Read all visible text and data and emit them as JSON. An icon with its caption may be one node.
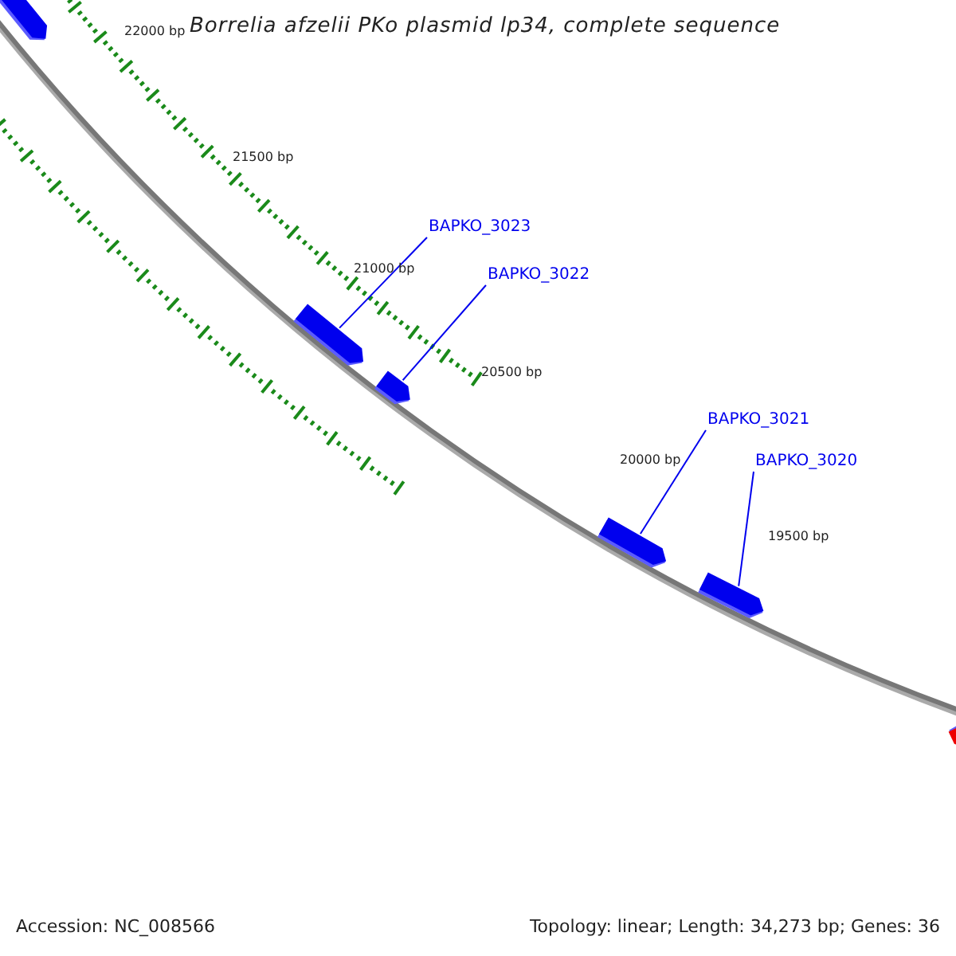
{
  "diagram": {
    "title": "Borrelia afzelii PKo plasmid lp34, complete sequence",
    "nodes": [
      {
        "text": [
          "BAPKO_3023"
        ]
      },
      {
        "text": [
          "BAPKO_3022"
        ]
      },
      {
        "text": [
          "BAPKO_3021"
        ]
      },
      {
        "text": [
          "BAPKO_3020"
        ]
      },
      {
        "text": [],
        "shape": "arrow"
      },
      {
        "text": [],
        "shape": "arrow"
      },
      {
        "text": [],
        "shape": "arrow"
      },
      {
        "text": [],
        "shape": "arrow"
      },
      {
        "text": [],
        "shape": "arrow"
      },
      {
        "text": [],
        "shape": "arrow"
      }
    ],
    "edges": [
      {
        "from": 0,
        "to": 5,
        "arrow": "none"
      },
      {
        "from": 1,
        "to": 6,
        "arrow": "none"
      },
      {
        "from": 2,
        "to": 7,
        "arrow": "none"
      },
      {
        "from": 3,
        "to": 8,
        "arrow": "none"
      }
    ],
    "labels": [
      "22000 bp",
      "21500 bp",
      "21000 bp",
      "20500 bp",
      "20000 bp",
      "19500 bp",
      "Accession: NC_008566",
      "Topology: linear; Length: 34,273 bp; Genes: 36"
    ]
  }
}
